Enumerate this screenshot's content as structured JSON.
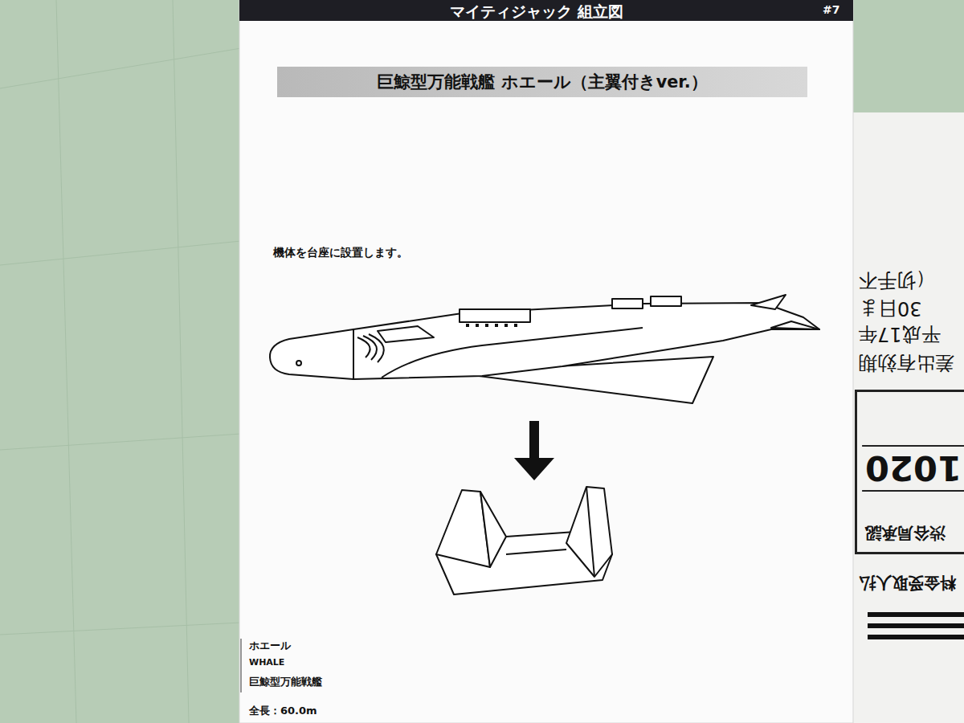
{
  "diagram": {
    "title": "マイティジャック 組立図",
    "nodes": [
      {
        "text": [
          "巨鯨型万能戦艦 ホエール（主翼付きver.）"
        ]
      },
      {
        "text": [
          "1020",
          "渋谷局承認"
        ]
      }
    ],
    "labels": [
      "#7",
      "機体を台座に設置します。",
      "ホエール",
      "WHALE",
      "巨鯨型万能戦艦",
      "全長：60.0m",
      "（切手不",
      "30日ま",
      "平成17年",
      "差出有効期",
      "料金受取人払"
    ]
  }
}
